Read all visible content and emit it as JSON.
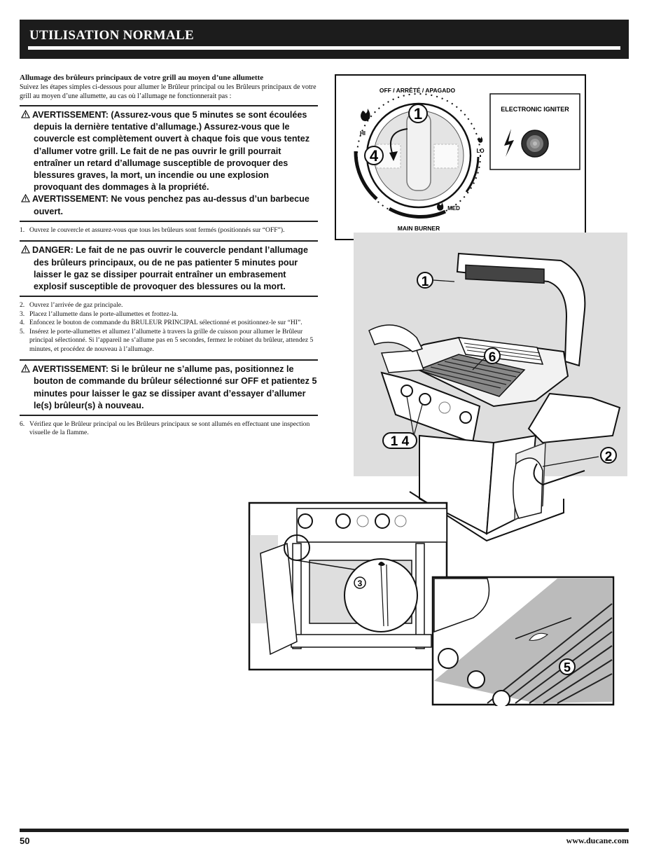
{
  "header": {
    "title": "UTILISATION NORMALE"
  },
  "section": {
    "subhead": "Allumage des brûleurs principaux de votre grill au moyen d’une allumette",
    "intro": "Suivez les étapes simples ci-dessous pour allumer le Brûleur principal ou les Brûleurs principaux de votre grill au moyen d’une allumette, au cas où l’allumage ne fonctionnerait pas :"
  },
  "warning1": {
    "p1": "AVERTISSEMENT: (Assurez-vous que 5 minutes se sont écoulées depuis la dernière tentative d’allumage.) Assurez-vous que le couvercle est complètement ouvert à chaque fois que vous tentez d’allumer votre grill. Le fait de ne pas ouvrir le grill pourrait entraîner un retard d’allumage susceptible de provoquer des blessures graves, la mort, un incendie ou une explosion provoquant des dommages à la propriété.",
    "p2": "AVERTISSEMENT: Ne vous penchez pas au-dessus d’un barbecue ouvert."
  },
  "steps_a": [
    {
      "num": "1.",
      "text": "Ouvrez le couvercle et assurez-vous que tous les brûleurs sont fermés (positionnés sur “OFF”)."
    }
  ],
  "danger": {
    "p1": "DANGER: Le fait de ne pas ouvrir le couvercle pendant l’allumage des brûleurs principaux, ou de ne pas patienter 5 minutes pour laisser le gaz se dissiper pourrait entraîner un embrasement explosif susceptible de provoquer des blessures ou la mort."
  },
  "steps_b": [
    {
      "num": "2.",
      "text": "Ouvrez l’arrivée de gaz principale."
    },
    {
      "num": "3.",
      "text": "Placez l’allumette dans le porte-allumettes et frottez-la."
    },
    {
      "num": "4.",
      "text": "Enfoncez le bouton de commande du BRULEUR PRINCIPAL sélectionné et positionnez-le sur “HI”."
    },
    {
      "num": "5.",
      "text": "Insérez le porte-allumettes et allumez l’allumette à travers la grille de cuisson pour allumer le Brûleur principal sélectionné. Si l’appareil ne s’allume pas en 5 secondes, fermez le robinet du brûleur, attendez 5 minutes, et procédez de nouveau à l’allumage."
    }
  ],
  "warning2": {
    "p1": "AVERTISSEMENT: Si le brûleur ne s’allume pas, positionnez le bouton de commande du brûleur sélectionné sur OFF et patientez 5 minutes pour laisser le gaz se dissiper avant d’essayer d’allumer le(s) brûleur(s) à nouveau."
  },
  "steps_c": [
    {
      "num": "6.",
      "text": "Vérifiez que le Brûleur principal ou les Brûleurs principaux se sont allumés en effectuant une inspection visuelle  de la flamme."
    }
  ],
  "knob_figure": {
    "off_label": "OFF / ARRÊTÉ / APAGADO",
    "hi": "HI",
    "lo": "LO",
    "med": "MED",
    "main_burner": "MAIN BURNER",
    "igniter": "ELECTRONIC IGNITER",
    "callout_1": "1",
    "callout_4": "4"
  },
  "grill_figure": {
    "callout_1": "1",
    "callout_6": "6",
    "callout_14": "1 4",
    "callout_2": "2"
  },
  "inset_figures": {
    "callout_3": "3",
    "callout_5": "5"
  },
  "footer": {
    "page": "50",
    "url": "www.ducane.com"
  },
  "colors": {
    "bar": "#1c1c1c",
    "figure_bg": "#dedede"
  }
}
